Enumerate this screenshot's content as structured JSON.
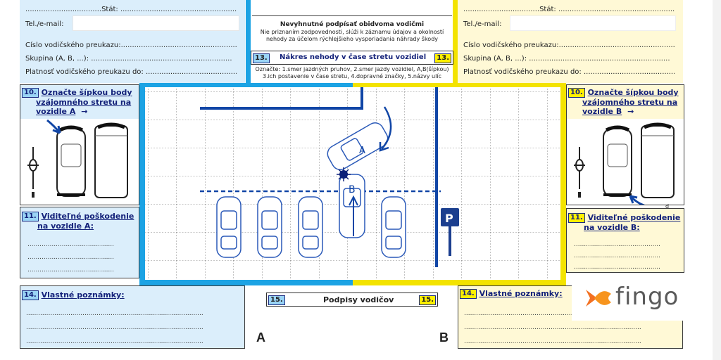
{
  "left_form": {
    "stat_line": "..................................Štát: ......................................................",
    "tel_label": "Tel./e-mail:",
    "license_label": "Číslo vodičského preukazu:...........................................................",
    "group_label": "Skupina (A, B, ...): ...............................................................",
    "validity_label": "Platnosť vodičského preukazu do: ................................................"
  },
  "right_form": {
    "stat_line": "..................................Štát: ......................................................",
    "tel_label": "Tel./e-mail:",
    "license_label": "Číslo vodičského preukazu:...........................................................",
    "group_label": "Skupina (A, B, ...): ...............................................................",
    "validity_label": "Platnosť vodičského preukazu do: ................................................"
  },
  "center_header": {
    "title": "Nevyhnutné podpísať obidvoma vodičmi",
    "line2": "Nie priznaním zodpovednosti, slúži k záznamu údajov a okolností",
    "line3": "nehody za účelom rýchlejšieho vysporiadania náhrady škody",
    "section13_num": "13.",
    "section13_title": "Nákres nehody v čase stretu vozidiel",
    "section13_num_right": "13.",
    "note1": "Označte: 1.smer jazdných pruhov, 2.smer jazdy vozidiel, A,B(šípkou)",
    "note2": "3.ich postavenie v čase stretu, 4.dopravné značky, 5.názvy ulíc"
  },
  "section10_left": {
    "num": "10.",
    "line1": "Označte šípkou body",
    "line2": "vzájomného stretu na",
    "line3": "vozidle A",
    "arrow": "→"
  },
  "section10_right": {
    "num": "10.",
    "line1": "Označte šípkou body",
    "line2": "vzájomného stretu na",
    "line3": "vozidle B",
    "arrow": "→",
    "small_mark": "d"
  },
  "section11_left": {
    "num": "11.",
    "line1": "Viditeľné poškodenie",
    "line2": "na vozidle A:",
    "dots": [
      "...........................................",
      "...........................................",
      "..........................................."
    ]
  },
  "section11_right": {
    "num": "11.",
    "line1": "Viditeľné poškodenie",
    "line2": "na vozidle B:",
    "dots": [
      "...........................................",
      "...........................................",
      "..........................................."
    ]
  },
  "section14_left": {
    "num": "14.",
    "title": "Vlastné poznámky:",
    "dots": [
      "........................................................................................",
      "........................................................................................",
      "........................................................................................"
    ]
  },
  "section14_right": {
    "num": "14.",
    "title": "Vlastné poznámky:",
    "dots": [
      "........................................................................................",
      "........................................................................................",
      "........................................................................................"
    ]
  },
  "section15": {
    "num_left": "15.",
    "title": "Podpisy vodičov",
    "num_right": "15."
  },
  "signature_letters": {
    "a": "A",
    "b": "B"
  },
  "sketch": {
    "car_a_label": "A",
    "car_b_label": "B",
    "parking_sign": "P"
  },
  "logo": {
    "text": "fingo",
    "icon": "fish-icon"
  },
  "colors": {
    "blue_side": "#dbeefb",
    "yellow_side": "#fff9d6",
    "blue_frame": "#1ca3e4",
    "yellow_frame": "#f3e300",
    "drawing_blue": "#1146a6",
    "logo_orange": "#f37021",
    "logo_gray": "#5a5a5a"
  }
}
